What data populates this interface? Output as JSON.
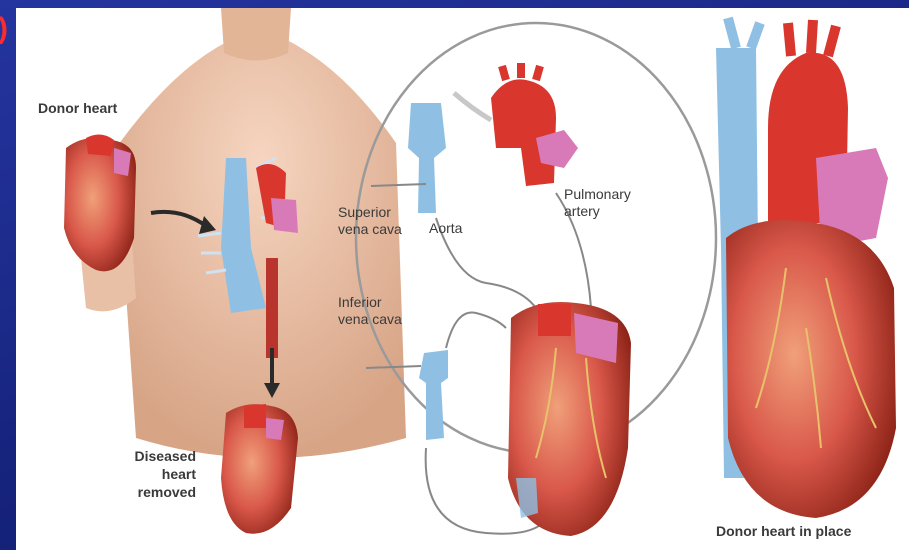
{
  "corner_mark": ")",
  "labels": {
    "donor_heart": "Donor heart",
    "superior_vena_cava_1": "Superior",
    "superior_vena_cava_2": "vena cava",
    "aorta": "Aorta",
    "pulmonary_artery_1": "Pulmonary",
    "pulmonary_artery_2": "artery",
    "inferior_vena_cava_1": "Inferior",
    "inferior_vena_cava_2": "vena cava",
    "diseased_1": "Diseased",
    "diseased_2": "heart",
    "diseased_3": "removed",
    "donor_in_place": "Donor heart in place"
  },
  "colors": {
    "slide_background": "#1a2a8a",
    "skin": "#e9bfa3",
    "heart_red": "#d9362e",
    "vein_blue": "#8fc0e4",
    "pulmonary_pink": "#d97ab8"
  }
}
